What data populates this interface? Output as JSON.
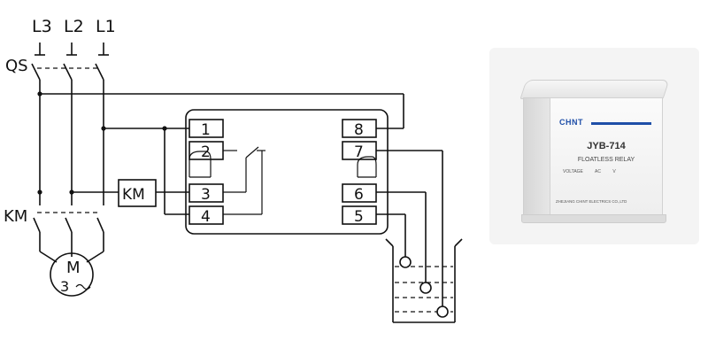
{
  "schematic": {
    "phases": [
      "L3",
      "L2",
      "L1"
    ],
    "switch_label": "QS",
    "contactor_label": "KM",
    "coil_label": "KM",
    "motor_label": "M",
    "motor_phase_count": "3",
    "relay_left_pins": [
      "1",
      "2",
      "3",
      "4"
    ],
    "relay_right_pins": [
      "8",
      "7",
      "6",
      "5"
    ]
  },
  "product": {
    "brand": "CHNT",
    "model": "JYB-714",
    "subtitle": "FLOATLESS RELAY",
    "voltage_label": "VOLTAGE",
    "voltage_type": "AC",
    "voltage_unit": "V",
    "manufacturer": "ZHEJIANG CHINT ELECTRICS CO.,LTD"
  }
}
